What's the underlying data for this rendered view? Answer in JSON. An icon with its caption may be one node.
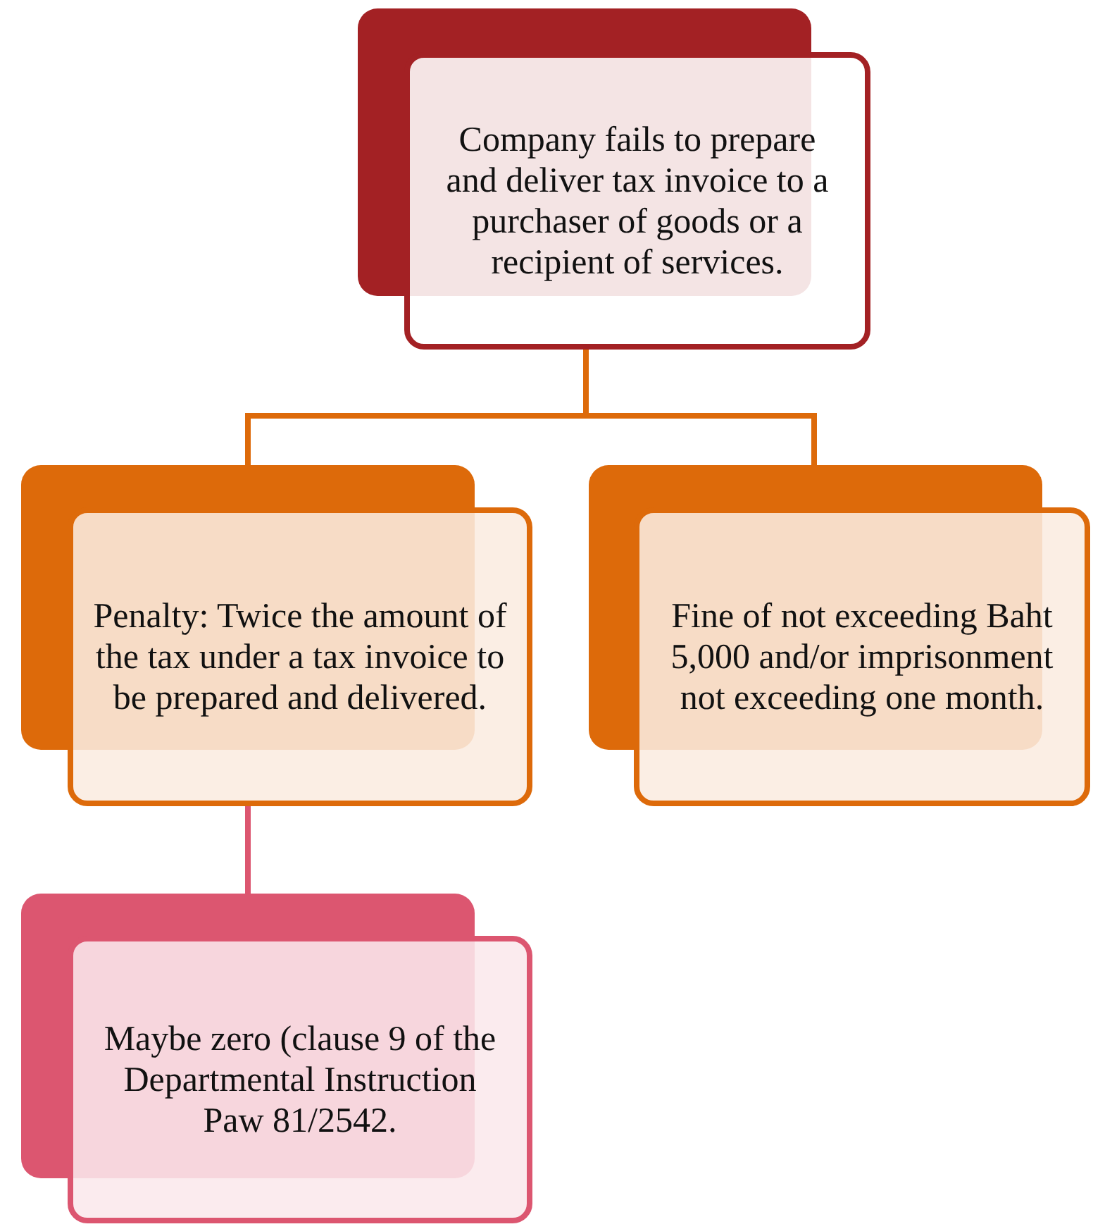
{
  "diagram": {
    "nodes": [
      {
        "text": [
          "Company fails to prepare and deliver tax invoice to a purchaser of goods or a recipient of services."
        ]
      },
      {
        "text": [
          "Penalty: Twice the amount of the tax under a tax invoice to be prepared and delivered."
        ]
      },
      {
        "text": [
          "Fine of not exceeding Baht 5,000 and/or imprisonment not exceeding one month."
        ]
      },
      {
        "text": [
          "Maybe zero (clause 9 of the Departmental Instruction Paw 81/2542."
        ]
      }
    ],
    "edges": [
      {
        "from": 0,
        "to": 1,
        "arrow": "none"
      },
      {
        "from": 0,
        "to": 2,
        "arrow": "none"
      },
      {
        "from": 1,
        "to": 3,
        "arrow": "none",
        "color": "#dc5670"
      }
    ]
  }
}
